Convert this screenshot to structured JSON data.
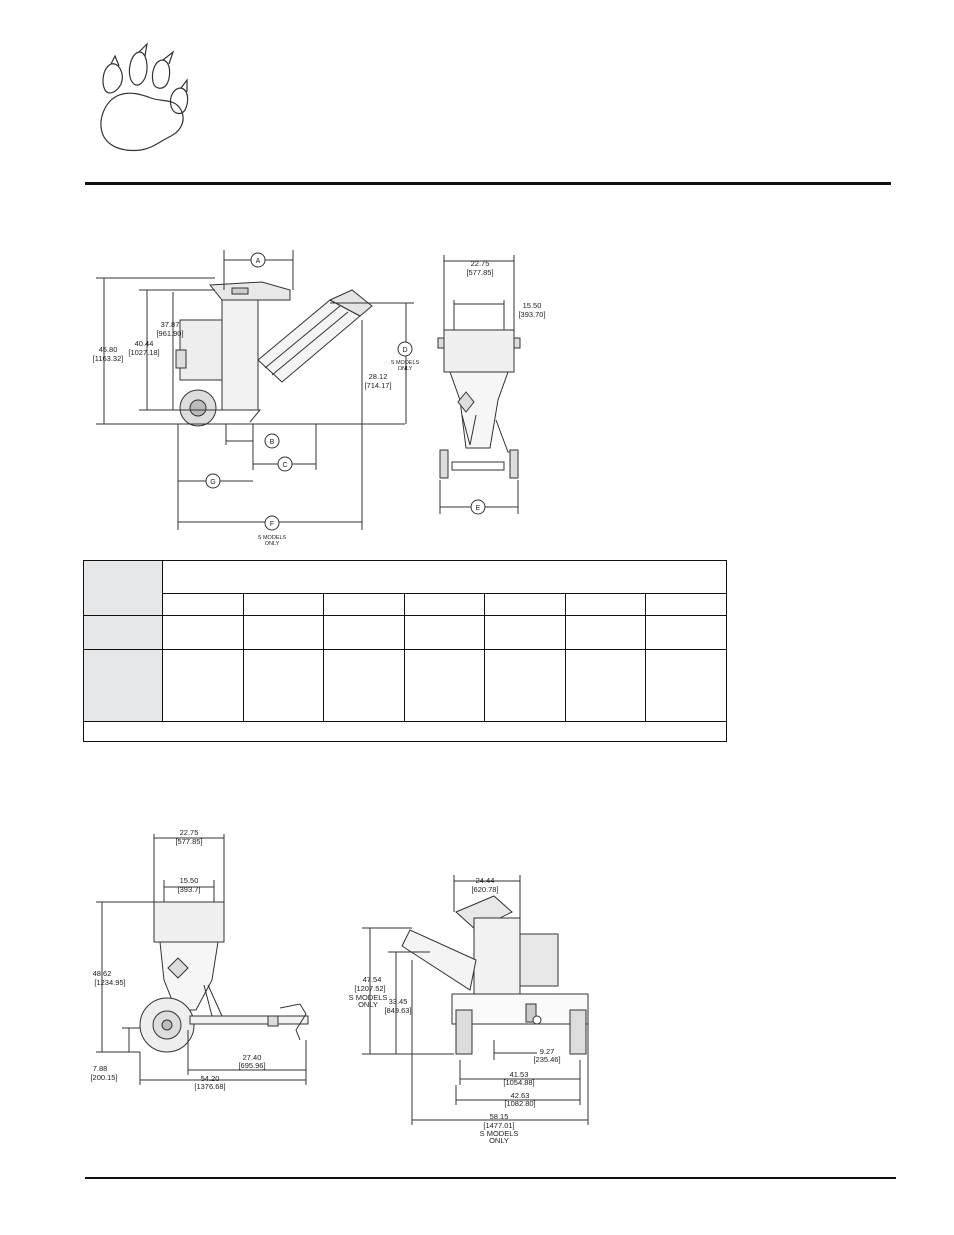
{
  "logo": {
    "icon": "paw-print-icon"
  },
  "figure_top_side": {
    "dim_a": "A",
    "dim_b": "B",
    "dim_c": "C",
    "dim_d": "D",
    "dim_f": "F",
    "dim_g": "G",
    "h1": "45.80",
    "h1_mm": "[1163.32]",
    "h2": "40.44",
    "h2_mm": "[1027.18]",
    "h3": "37.87",
    "h3_mm": "[961.90]",
    "h4": "28.12",
    "h4_mm": "[714.17]",
    "s_models": "S MODELS",
    "only": "ONLY"
  },
  "figure_top_front": {
    "w1": "22.75",
    "w1_mm": "[577.85]",
    "w2": "15.50",
    "w2_mm": "[393.70]",
    "dim_e": "E"
  },
  "figure_bottom_front": {
    "w1": "22.75",
    "w1_mm": "[577.85]",
    "w2": "15.50",
    "w2_mm": "[393.7]",
    "h1": "48.62",
    "h1_mm": "[1234.95]",
    "h2": "7.88",
    "h2_mm": "[200.15]",
    "l1": "27.40",
    "l1_mm": "[695.96]",
    "l2": "54.20",
    "l2_mm": "[1376.68]"
  },
  "figure_bottom_side": {
    "w1": "24.44",
    "w1_mm": "[620.78]",
    "h1": "47.54",
    "h1_mm": "[1207.52]",
    "h1_note": "S MODELS",
    "h1_only": "ONLY",
    "h2": "33.45",
    "h2_mm": "[849.63]",
    "l1": "9.27",
    "l1_mm": "[235.46]",
    "l2": "41.53",
    "l2_mm": "[1054.88]",
    "l3": "42.63",
    "l3_mm": "[1082.80]",
    "l4": "58.15",
    "l4_mm": "[1477.01]",
    "l4_note": "S MODELS",
    "l4_only": "ONLY"
  }
}
